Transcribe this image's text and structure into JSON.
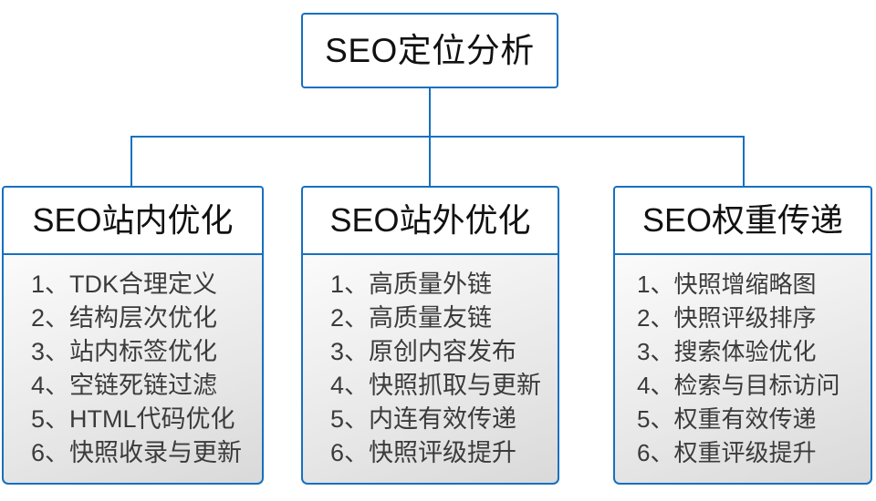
{
  "diagram": {
    "root": {
      "label": "SEO定位分析"
    },
    "branches": [
      {
        "title": "SEO站内优化",
        "items": [
          "1、TDK合理定义",
          "2、结构层次优化",
          "3、站内标签优化",
          "4、空链死链过滤",
          "5、HTML代码优化",
          "6、快照收录与更新"
        ]
      },
      {
        "title": "SEO站外优化",
        "items": [
          "1、高质量外链",
          "2、高质量友链",
          "3、原创内容发布",
          "4、快照抓取与更新",
          "5、内连有效传递",
          "6、快照评级提升"
        ]
      },
      {
        "title": "SEO权重传递",
        "items": [
          "1、快照增缩略图",
          "2、快照评级排序",
          "3、搜索体验优化",
          "4、检索与目标访问",
          "5、权重有效传递",
          "6、权重评级提升"
        ]
      }
    ],
    "colors": {
      "border": "#1670c0",
      "connector": "#1670c0",
      "title_text": "#111111",
      "list_text": "#3b3b3b",
      "header_bg": "#ffffff",
      "body_gradient_top": "#fbfbfb",
      "body_gradient_bottom": "#d9d9d9",
      "canvas_bg": "#ffffff"
    }
  }
}
